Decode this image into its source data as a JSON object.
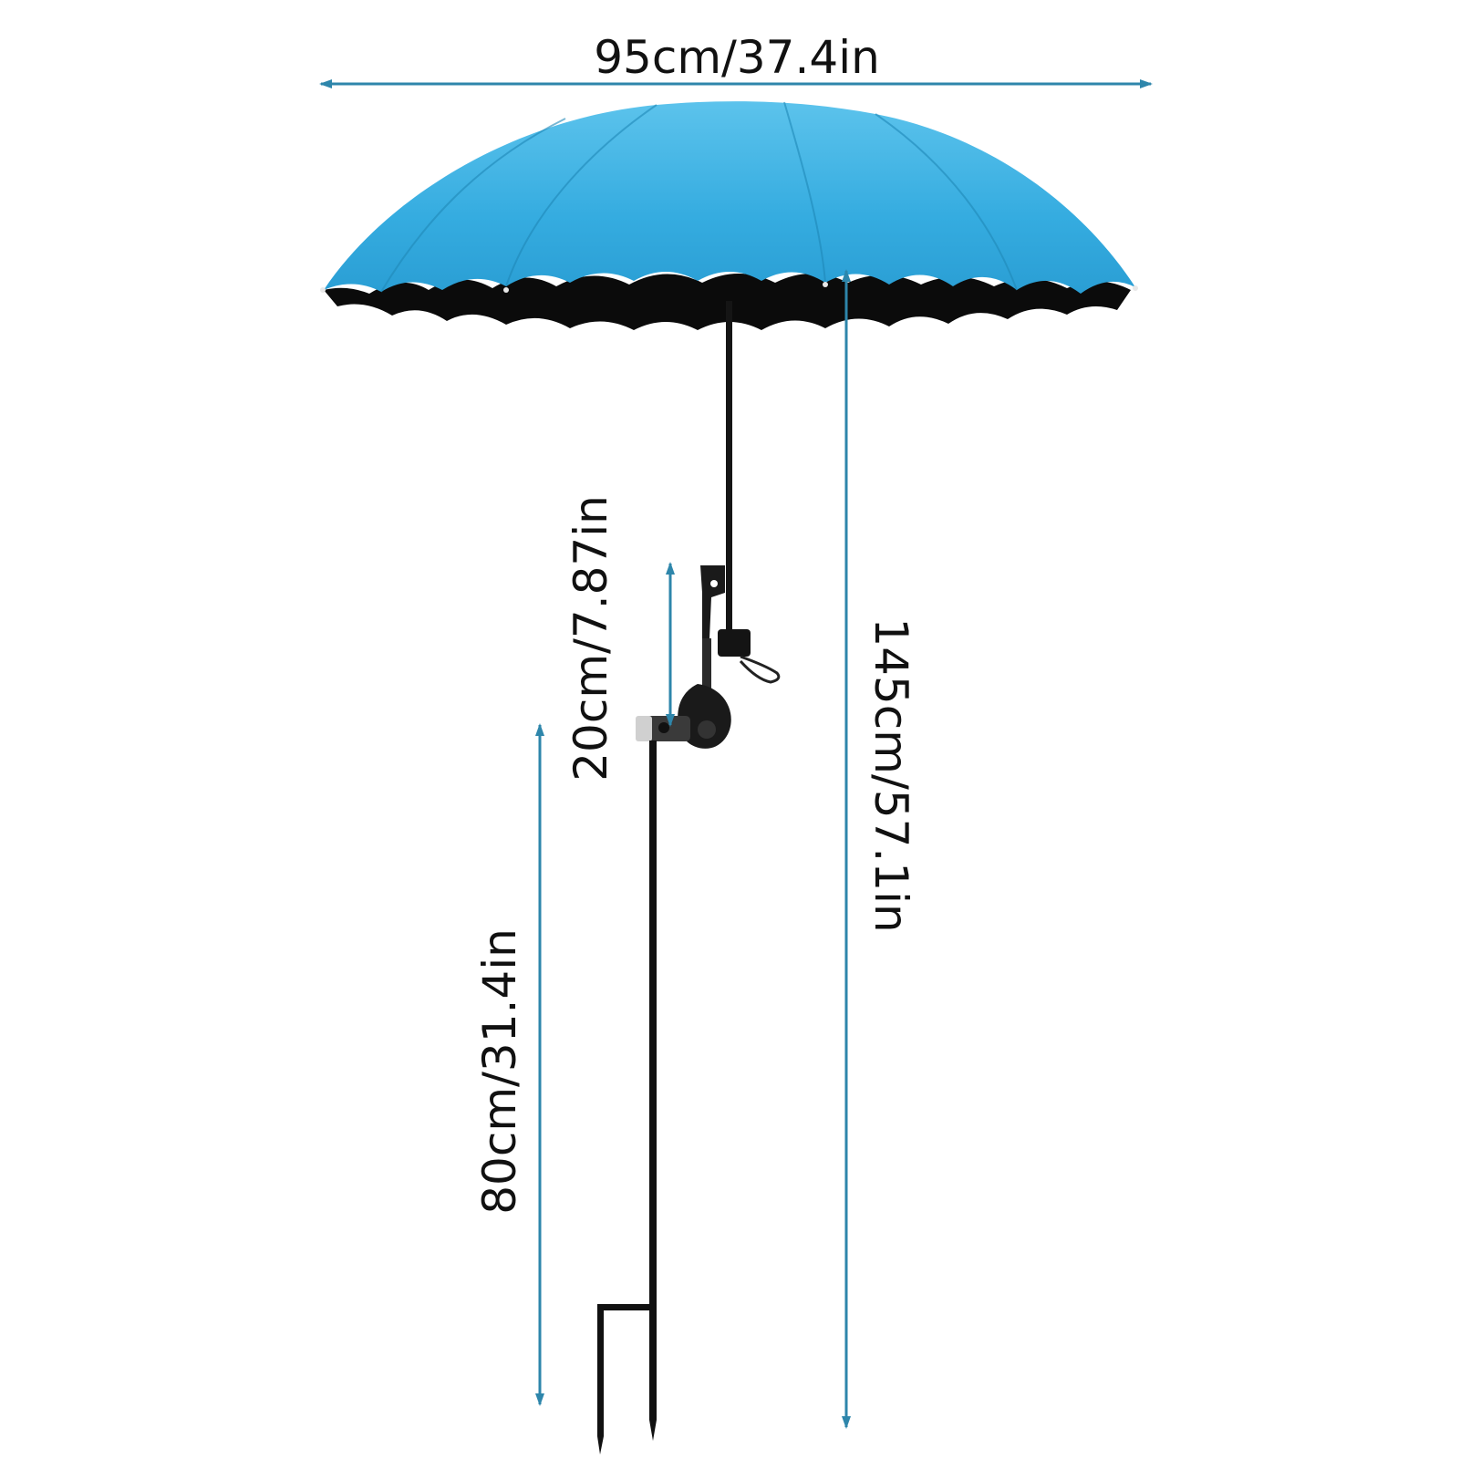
{
  "dimensions": {
    "width_label": "95cm/37.4in",
    "total_height_label": "145cm/57.1in",
    "clamp_height_label": "20cm/7.87in",
    "stake_height_label": "80cm/31.4in"
  },
  "colors": {
    "dimension_line": "#2E86AB",
    "canopy_top": "#3BB0E0",
    "canopy_shade": "#1E8FC6",
    "canopy_underside": "#0a0a0a",
    "metal": "#111111",
    "text": "#111111",
    "background": "#ffffff"
  }
}
